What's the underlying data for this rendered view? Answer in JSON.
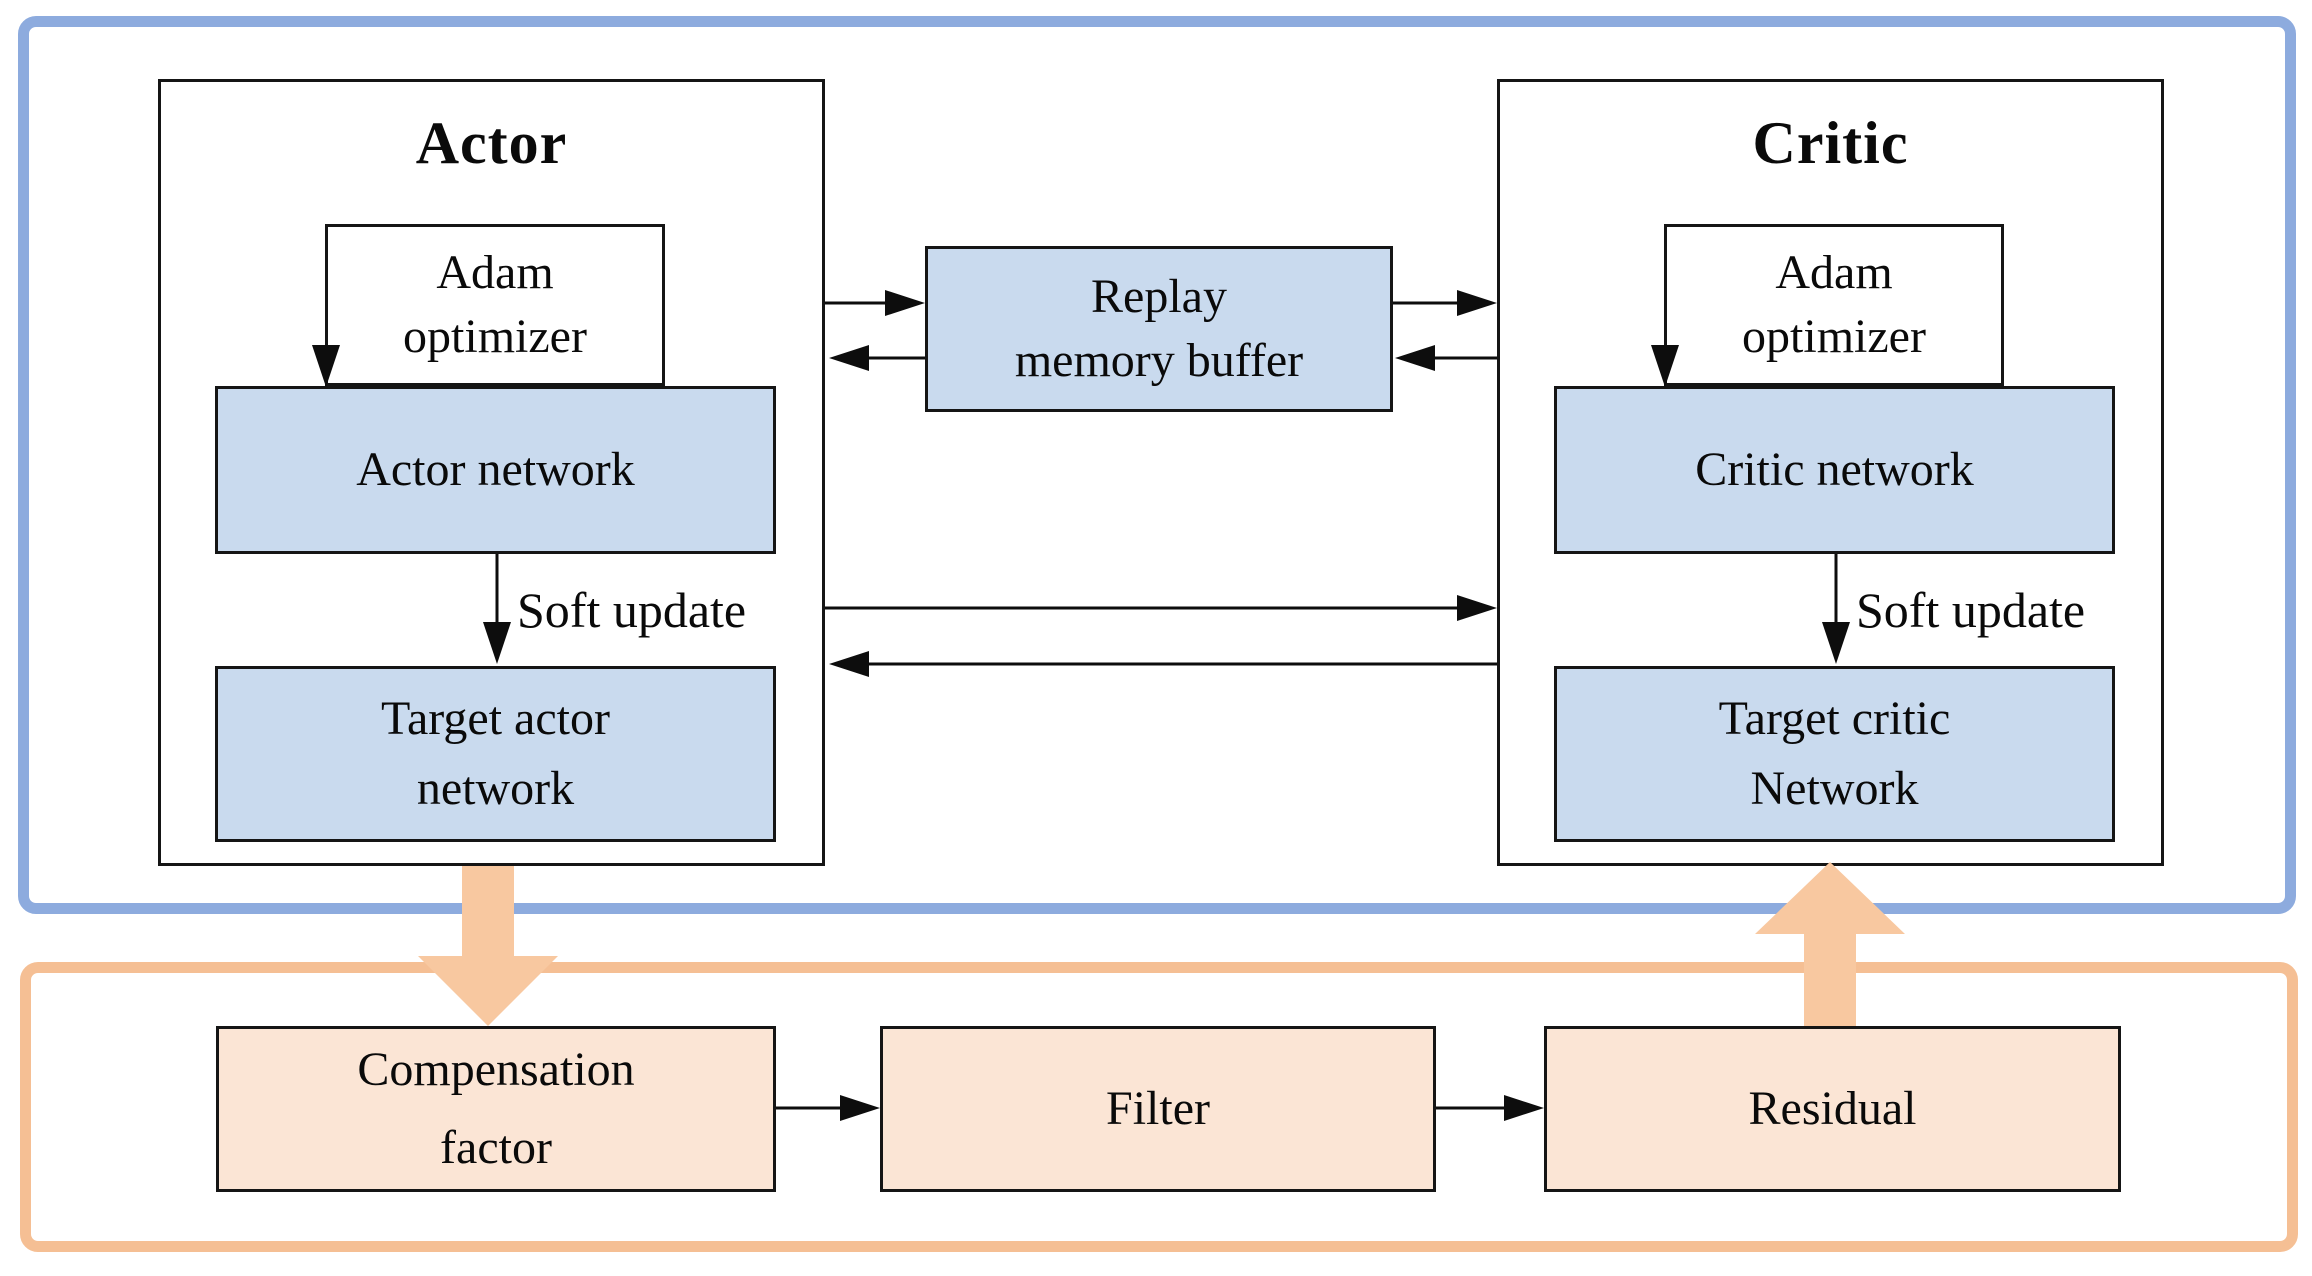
{
  "colors": {
    "outer_border_blue": "#8dabde",
    "outer_border_orange": "#f5bf94",
    "node_fill_blue": "#c9daee",
    "node_fill_orange": "#fbe5d5",
    "big_arrow_orange": "#f8c8a0"
  },
  "actor": {
    "title": "Actor",
    "optimizer_l1": "Adam",
    "optimizer_l2": "optimizer",
    "network": "Actor network",
    "soft_update": "Soft update",
    "target_l1": "Target actor",
    "target_l2": "network"
  },
  "critic": {
    "title": "Critic",
    "optimizer_l1": "Adam",
    "optimizer_l2": "optimizer",
    "network": "Critic network",
    "soft_update": "Soft update",
    "target_l1": "Target critic",
    "target_l2": "Network"
  },
  "buffer": {
    "l1": "Replay",
    "l2": "memory buffer"
  },
  "bottom": {
    "compensation_l1": "Compensation",
    "compensation_l2": "factor",
    "filter": "Filter",
    "residual": "Residual"
  }
}
